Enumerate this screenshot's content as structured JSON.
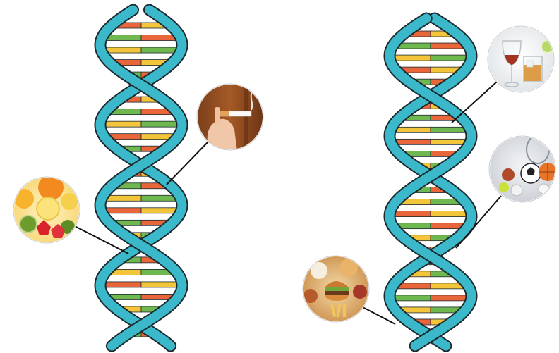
{
  "colors": {
    "strand": "#3bb8c9",
    "strand_outline": "#1c2a30",
    "rung_palette": [
      "#e8663a",
      "#f3c53a",
      "#6fb84f",
      "#3bb8c9"
    ],
    "connector": "#111111"
  },
  "helices": [
    {
      "id": "left-helix"
    },
    {
      "id": "right-helix"
    }
  ],
  "influences": [
    {
      "id": "fruits",
      "icon": "fruit-photo-icon",
      "helix": 0
    },
    {
      "id": "smoking",
      "icon": "cigarette-photo-icon",
      "helix": 0
    },
    {
      "id": "alcohol",
      "icon": "alcohol-glasses-photo-icon",
      "helix": 1
    },
    {
      "id": "sports",
      "icon": "sports-balls-photo-icon",
      "helix": 1
    },
    {
      "id": "junk-food",
      "icon": "fast-food-photo-icon",
      "helix": 1
    }
  ]
}
